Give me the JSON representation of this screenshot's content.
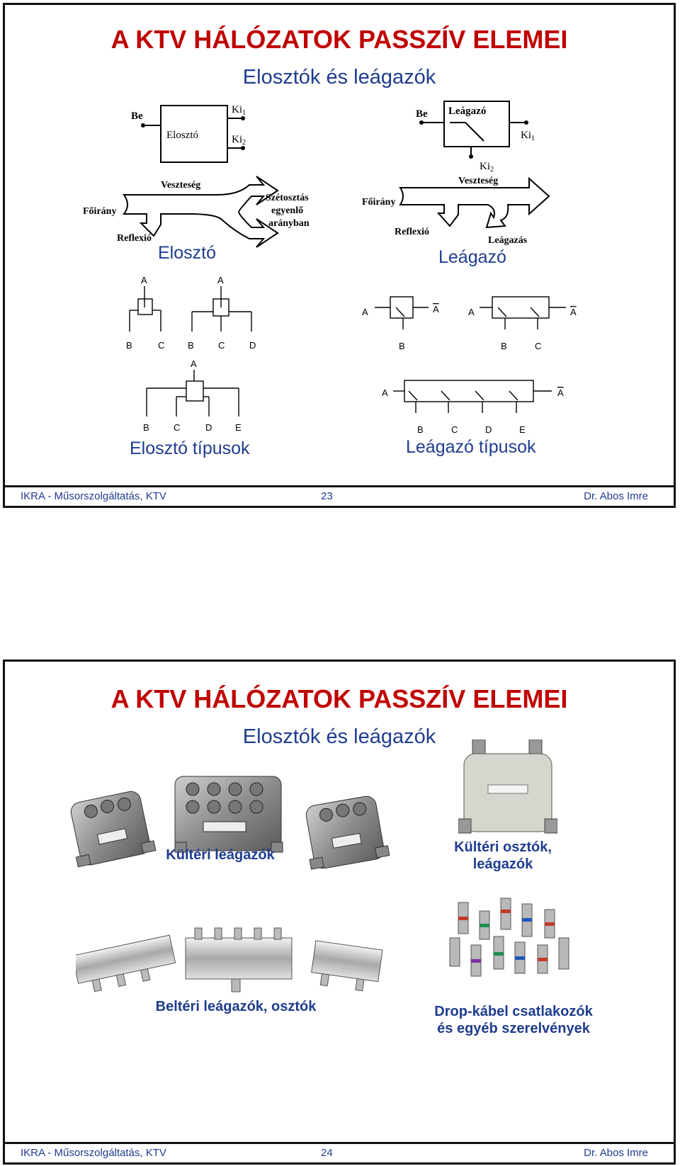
{
  "slide1": {
    "title": "A KTV HÁLÓZATOK PASSZÍV ELEMEI",
    "subtitle": "Elosztók és leágazók",
    "splitter_diagram": {
      "input": "Be",
      "box": "Elosztó",
      "out1": "Ki",
      "out1_sub": "1",
      "out2": "Ki",
      "out2_sub": "2",
      "loss": "Veszteség",
      "main_dir": "Főirány",
      "reflection": "Reflexió",
      "dist_line1": "Szétosztás",
      "dist_line2": "egyenlő",
      "dist_line3": "arányban"
    },
    "tap_diagram": {
      "input": "Be",
      "box": "Leágazó",
      "out1": "Ki",
      "out1_sub": "1",
      "out2": "Ki",
      "out2_sub": "2",
      "loss": "Veszteség",
      "main_dir": "Főirány",
      "reflection": "Reflexió",
      "branch": "Leágazás"
    },
    "label_splitter": "Elosztó",
    "label_tap": "Leágazó",
    "letters": {
      "a": "A",
      "b": "B",
      "c": "C",
      "d": "D",
      "e": "E"
    },
    "label_splitter_types": "Elosztó típusok",
    "label_tap_types": "Leágazó típusok",
    "footer": {
      "left": "IKRA - Műsorszolgáltatás, KTV",
      "page": "23",
      "right": "Dr. Abos Imre"
    }
  },
  "slide2": {
    "title": "A KTV HÁLÓZATOK PASSZÍV ELEMEI",
    "subtitle": "Elosztók és leágazók",
    "cap_outdoor_taps": "Kültéri leágazók",
    "cap_outdoor_split_line1": "Kültéri osztók,",
    "cap_outdoor_split_line2": "leágazók",
    "cap_indoor": "Beltéri leágazók, osztók",
    "cap_drop_line1": "Drop-kábel csatlakozók",
    "cap_drop_line2": "és egyéb szerelvények",
    "footer": {
      "left": "IKRA - Műsorszolgáltatás, KTV",
      "page": "24",
      "right": "Dr. Abos Imre"
    }
  }
}
